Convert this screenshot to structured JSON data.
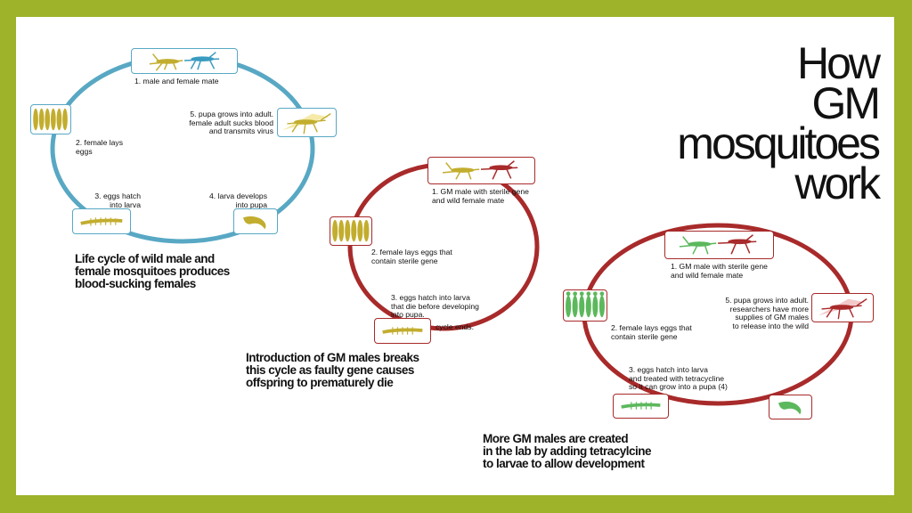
{
  "title": {
    "line1": "How",
    "line2": "GM",
    "line3": "mosquitoes",
    "line4": "work"
  },
  "colors": {
    "frame": "#9eb22a",
    "wild": "#c2ad2e",
    "wild_circle": "#58a8c4",
    "sterile": "#a82a2a",
    "gm": "#5cb85c"
  },
  "cycle1": {
    "step1": "1. male and female mate",
    "step2_a": "2. female lays",
    "step2_b": "eggs",
    "step3_a": "3. eggs hatch",
    "step3_b": "into larva",
    "step4_a": "4. larva develops",
    "step4_b": "into pupa",
    "step5_a": "5. pupa grows into adult.",
    "step5_b": "female adult sucks blood",
    "step5_c": "and transmits virus",
    "caption_a": "Life cycle of wild male and",
    "caption_b": "female mosquitoes produces",
    "caption_c": "blood-sucking females"
  },
  "cycle2": {
    "step1_a": "1. GM male with sterile gene",
    "step1_b": "and wild female mate",
    "step2_a": "2. female lays eggs that",
    "step2_b": "contain sterile gene",
    "step3_a": "3. eggs hatch into larva",
    "step3_b": "that die before developing",
    "step3_c": "into pupa.",
    "end": "cycle ends.",
    "caption_a": "Introduction of  GM males breaks",
    "caption_b": "this cycle as faulty gene causes",
    "caption_c": "offspring to prematurely die"
  },
  "cycle3": {
    "step1_a": "1. GM male with sterile gene",
    "step1_b": "and wild female mate",
    "step2_a": "2. female lays eggs that",
    "step2_b": "contain sterile gene",
    "step3_a": "3. eggs hatch into larva",
    "step3_b": "and treated with tetracycline",
    "step3_c": "so it can grow into a pupa (4)",
    "step5_a": "5. pupa grows into adult.",
    "step5_b": "researchers have more",
    "step5_c": "supplies of GM males",
    "step5_d": "to release into the wild",
    "caption_a": "More GM males are created",
    "caption_b": "in the lab by adding tetracylcine",
    "caption_c": "to larvae to allow development"
  }
}
